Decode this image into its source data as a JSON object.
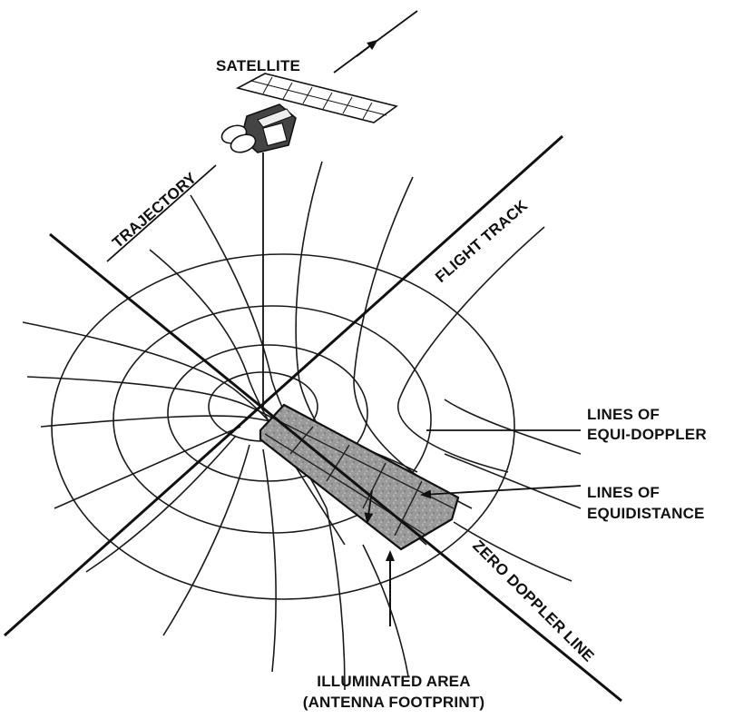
{
  "labels": {
    "satellite": "SATELLITE",
    "trajectory": "TRAJECTORY",
    "flight_track": "FLIGHT TRACK",
    "equi_doppler_line1": "LINES OF",
    "equi_doppler_line2": "EQUI-DOPPLER",
    "equidistance_line1": "LINES OF",
    "equidistance_line2": "EQUIDISTANCE",
    "zero_doppler": "ZERO DOPPLER LINE",
    "illuminated_line1": "ILLUMINATED AREA",
    "illuminated_line2": "(ANTENNA FOOTPRINT)"
  },
  "colors": {
    "ink": "#111111",
    "footprint_fill": "#9a9a9a",
    "background": "#ffffff"
  }
}
